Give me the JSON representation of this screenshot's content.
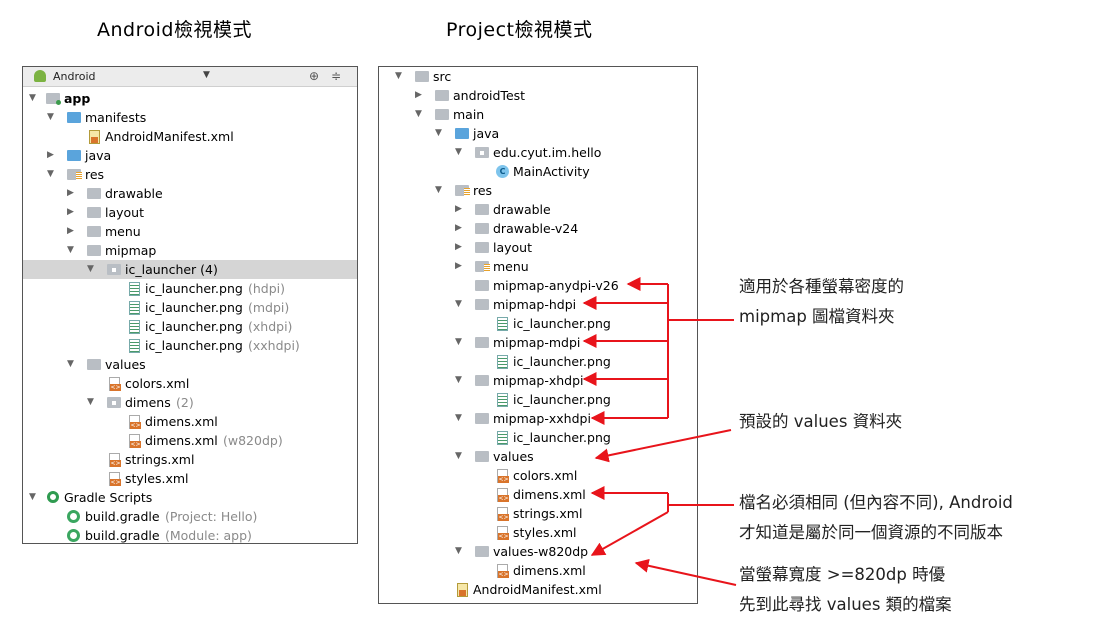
{
  "titles": {
    "android": "Android檢視模式",
    "project": "Project檢視模式"
  },
  "android_panel": {
    "toolbar_label": "Android",
    "items": [
      {
        "label": "app"
      },
      {
        "label": "manifests"
      },
      {
        "label": "AndroidManifest.xml"
      },
      {
        "label": "java"
      },
      {
        "label": "res"
      },
      {
        "label": "drawable"
      },
      {
        "label": "layout"
      },
      {
        "label": "menu"
      },
      {
        "label": "mipmap"
      },
      {
        "label": "ic_launcher (4)"
      },
      {
        "label": "ic_launcher.png",
        "hint": "(hdpi)"
      },
      {
        "label": "ic_launcher.png",
        "hint": "(mdpi)"
      },
      {
        "label": "ic_launcher.png",
        "hint": "(xhdpi)"
      },
      {
        "label": "ic_launcher.png",
        "hint": "(xxhdpi)"
      },
      {
        "label": "values"
      },
      {
        "label": "colors.xml"
      },
      {
        "label": "dimens",
        "hint": "(2)"
      },
      {
        "label": "dimens.xml"
      },
      {
        "label": "dimens.xml",
        "hint": "(w820dp)"
      },
      {
        "label": "strings.xml"
      },
      {
        "label": "styles.xml"
      },
      {
        "label": "Gradle Scripts"
      },
      {
        "label": "build.gradle",
        "hint": "(Project: Hello)"
      },
      {
        "label": "build.gradle",
        "hint": "(Module: app)"
      }
    ]
  },
  "project_panel": {
    "items": [
      {
        "label": "src"
      },
      {
        "label": "androidTest"
      },
      {
        "label": "main"
      },
      {
        "label": "java"
      },
      {
        "label": "edu.cyut.im.hello"
      },
      {
        "label": "MainActivity"
      },
      {
        "label": "res"
      },
      {
        "label": "drawable"
      },
      {
        "label": "drawable-v24"
      },
      {
        "label": "layout"
      },
      {
        "label": "menu"
      },
      {
        "label": "mipmap-anydpi-v26"
      },
      {
        "label": "mipmap-hdpi"
      },
      {
        "label": "ic_launcher.png"
      },
      {
        "label": "mipmap-mdpi"
      },
      {
        "label": "ic_launcher.png"
      },
      {
        "label": "mipmap-xhdpi"
      },
      {
        "label": "ic_launcher.png"
      },
      {
        "label": "mipmap-xxhdpi"
      },
      {
        "label": "ic_launcher.png"
      },
      {
        "label": "values"
      },
      {
        "label": "colors.xml"
      },
      {
        "label": "dimens.xml"
      },
      {
        "label": "strings.xml"
      },
      {
        "label": "styles.xml"
      },
      {
        "label": "values-w820dp"
      },
      {
        "label": "dimens.xml"
      },
      {
        "label": "AndroidManifest.xml"
      }
    ]
  },
  "annotations": {
    "mipmap": [
      "適用於各種螢幕密度的",
      "mipmap 圖檔資料夾"
    ],
    "values": [
      "預設的 values 資料夾"
    ],
    "same_name": [
      "檔名必須相同 (但內容不同), Android",
      "才知道是屬於同一個資源的不同版本"
    ],
    "w820": [
      "當螢幕寬度 >=820dp 時優",
      "先到此尋找 values 類的檔案"
    ]
  },
  "colors": {
    "arrow": "#e8141b",
    "selection": "#d5d5d5"
  }
}
